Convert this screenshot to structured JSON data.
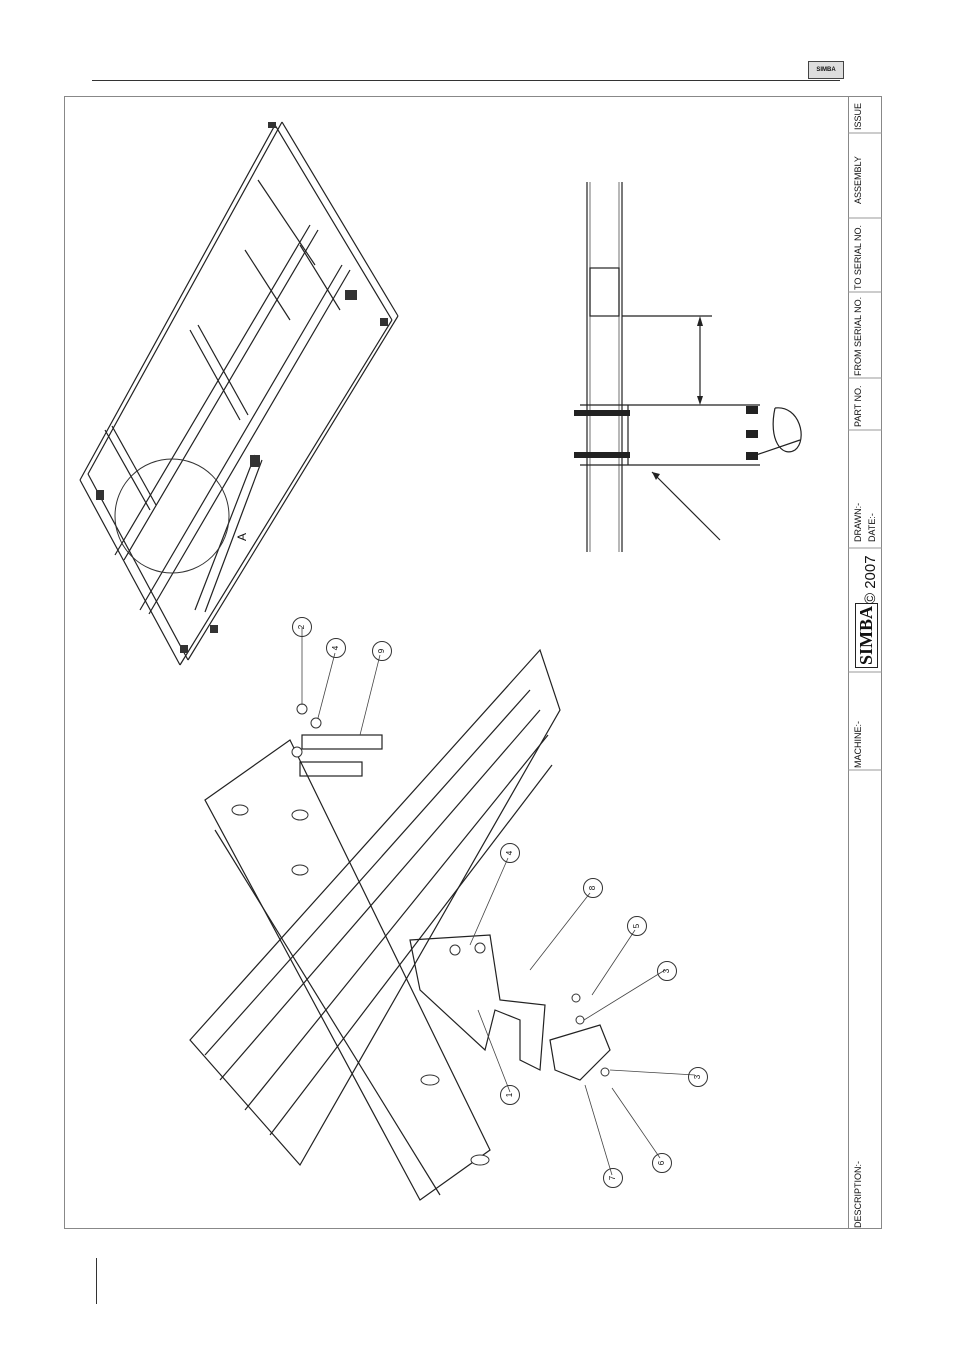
{
  "header": {
    "logo_text": "SIMBA"
  },
  "title_block": {
    "issue": "ISSUE",
    "assembly": "ASSEMBLY",
    "to_serial": "TO SERIAL NO.",
    "from_serial": "FROM SERIAL NO.",
    "part_no": "PART NO.",
    "drawn": "DRAWN:-",
    "date": "DATE:-",
    "brand": "SIMBA",
    "copyright": "© 2007",
    "machine": "MACHINE:-",
    "description": "DESCRIPTION:-"
  },
  "detail_label": "A",
  "callouts": [
    "2",
    "4",
    "9",
    "4",
    "8",
    "5",
    "3",
    "3",
    "1",
    "7",
    "6"
  ]
}
